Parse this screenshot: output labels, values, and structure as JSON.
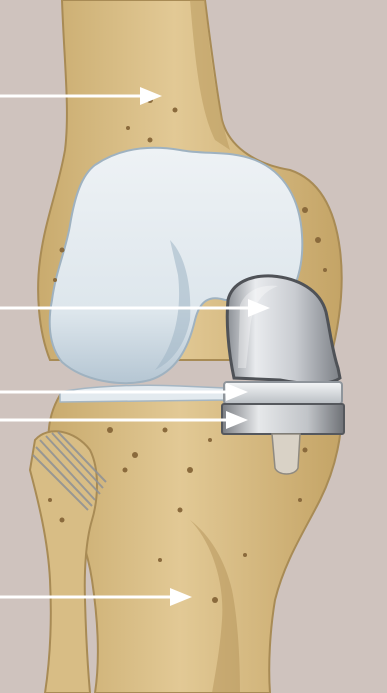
{
  "figure": {
    "subject": "knee-joint-partial-replacement",
    "colors": {
      "background": "#cfc3be",
      "bone": "#dcc28e",
      "bone_shadow": "#b79a5e",
      "cartilage": "#dfe8ee",
      "cartilage_shadow": "#aebfcd",
      "implant": "#c9ccd0",
      "implant_dark": "#6c6f74",
      "arrow": "#ffffff"
    },
    "pointers": [
      {
        "name": "femur-pointer",
        "target": "femur"
      },
      {
        "name": "femoral-component-pointer",
        "target": "metal-femoral-component"
      },
      {
        "name": "spacer-pointer",
        "target": "plastic-spacer"
      },
      {
        "name": "tibial-tray-pointer",
        "target": "metal-tibial-tray"
      },
      {
        "name": "tibia-pointer",
        "target": "tibia"
      }
    ]
  }
}
